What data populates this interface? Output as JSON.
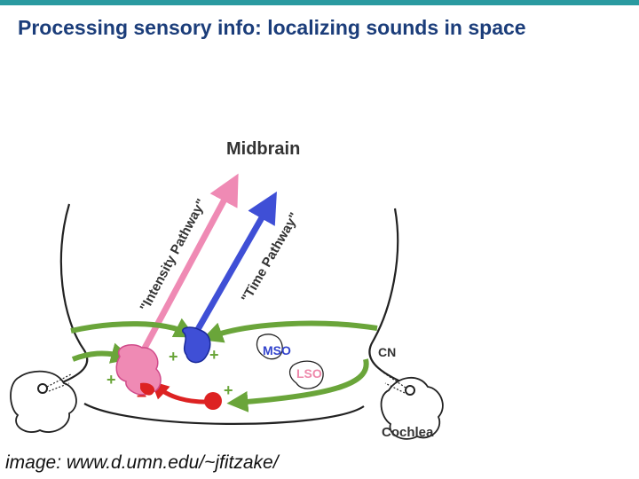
{
  "header": {
    "title": "Processing sensory info: localizing sounds in space"
  },
  "diagram": {
    "label_midbrain": "Midbrain",
    "label_intensity_pathway": "\"Intensity Pathway\"",
    "label_time_pathway": "\"Time Pathway\"",
    "label_mso": "MSO",
    "label_lso": "LSO",
    "label_cn": "CN",
    "label_cochlea": "Cochlea",
    "sign_plus": "+",
    "sign_minus": "–",
    "colors": {
      "intensity": "#ef8ab4",
      "time": "#3f4fd6",
      "excitatory": "#6aa53a",
      "inhibitory": "#dd2222",
      "outline": "#222222",
      "text": "#333333",
      "mso_label": "#3344cc",
      "lso_label": "#ee88aa"
    }
  },
  "caption": {
    "text": "image:  www.d.umn.edu/~jfitzake/"
  }
}
